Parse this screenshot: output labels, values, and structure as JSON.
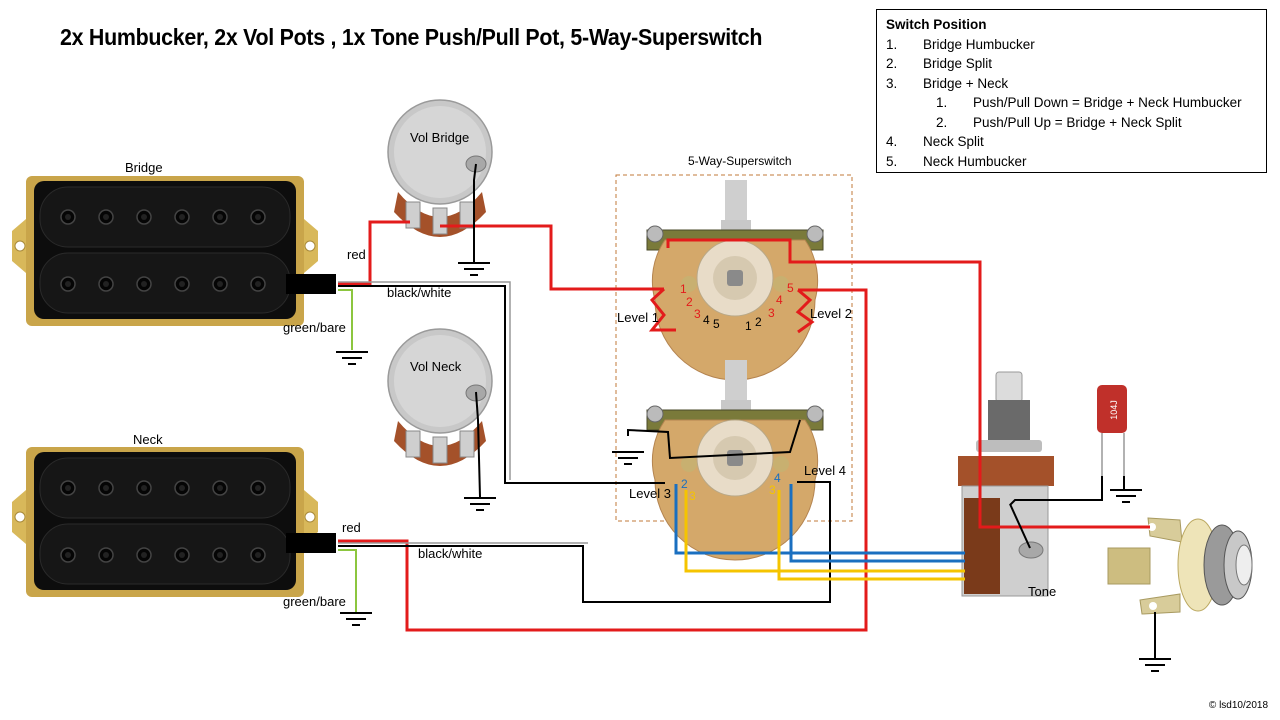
{
  "title": "2x Humbucker, 2x Vol Pots , 1x Tone Push/Pull Pot,  5-Way-Superswitch",
  "legend": {
    "heading": "Switch Position",
    "items": [
      {
        "num": "1.",
        "text": "Bridge Humbucker"
      },
      {
        "num": "2.",
        "text": "Bridge Split"
      },
      {
        "num": "3.",
        "text": "Bridge + Neck"
      },
      {
        "num": "1.",
        "text": "Push/Pull Down = Bridge + Neck Humbucker",
        "sub": true
      },
      {
        "num": "2.",
        "text": "Push/Pull Up = Bridge + Neck Split",
        "sub": true
      },
      {
        "num": "4.",
        "text": "Neck Split"
      },
      {
        "num": "5.",
        "text": "Neck Humbucker"
      }
    ]
  },
  "components": {
    "bridge_pickup": "Bridge",
    "neck_pickup": "Neck",
    "vol_bridge": "Vol Bridge",
    "vol_neck": "Vol Neck",
    "switch": "5-Way-Superswitch",
    "tone": "Tone",
    "capacitor_marking": "104J"
  },
  "wire_labels": {
    "bridge_red": "red",
    "bridge_bw": "black/white",
    "bridge_green": "green/bare",
    "neck_red": "red",
    "neck_bw": "black/white",
    "neck_green": "green/bare"
  },
  "switch_labels": {
    "level1": "Level 1",
    "level2": "Level 2",
    "level3": "Level 3",
    "level4": "Level 4",
    "lug_left_red": [
      "1",
      "2",
      "3"
    ],
    "lug_left_black": [
      "4",
      "5"
    ],
    "lug_right_black": [
      "1",
      "2"
    ],
    "lug_right_red": [
      "3",
      "4",
      "5"
    ],
    "lug_l3": [
      "2",
      "3"
    ],
    "lug_l4": [
      "4",
      "3"
    ]
  },
  "colors": {
    "red": "#e31b1b",
    "black": "#000000",
    "blue": "#1a6fc0",
    "yellow": "#f5c400",
    "green": "#8cc63f",
    "dashed": "#c07a3a"
  },
  "copyright": "© lsd10/2018"
}
